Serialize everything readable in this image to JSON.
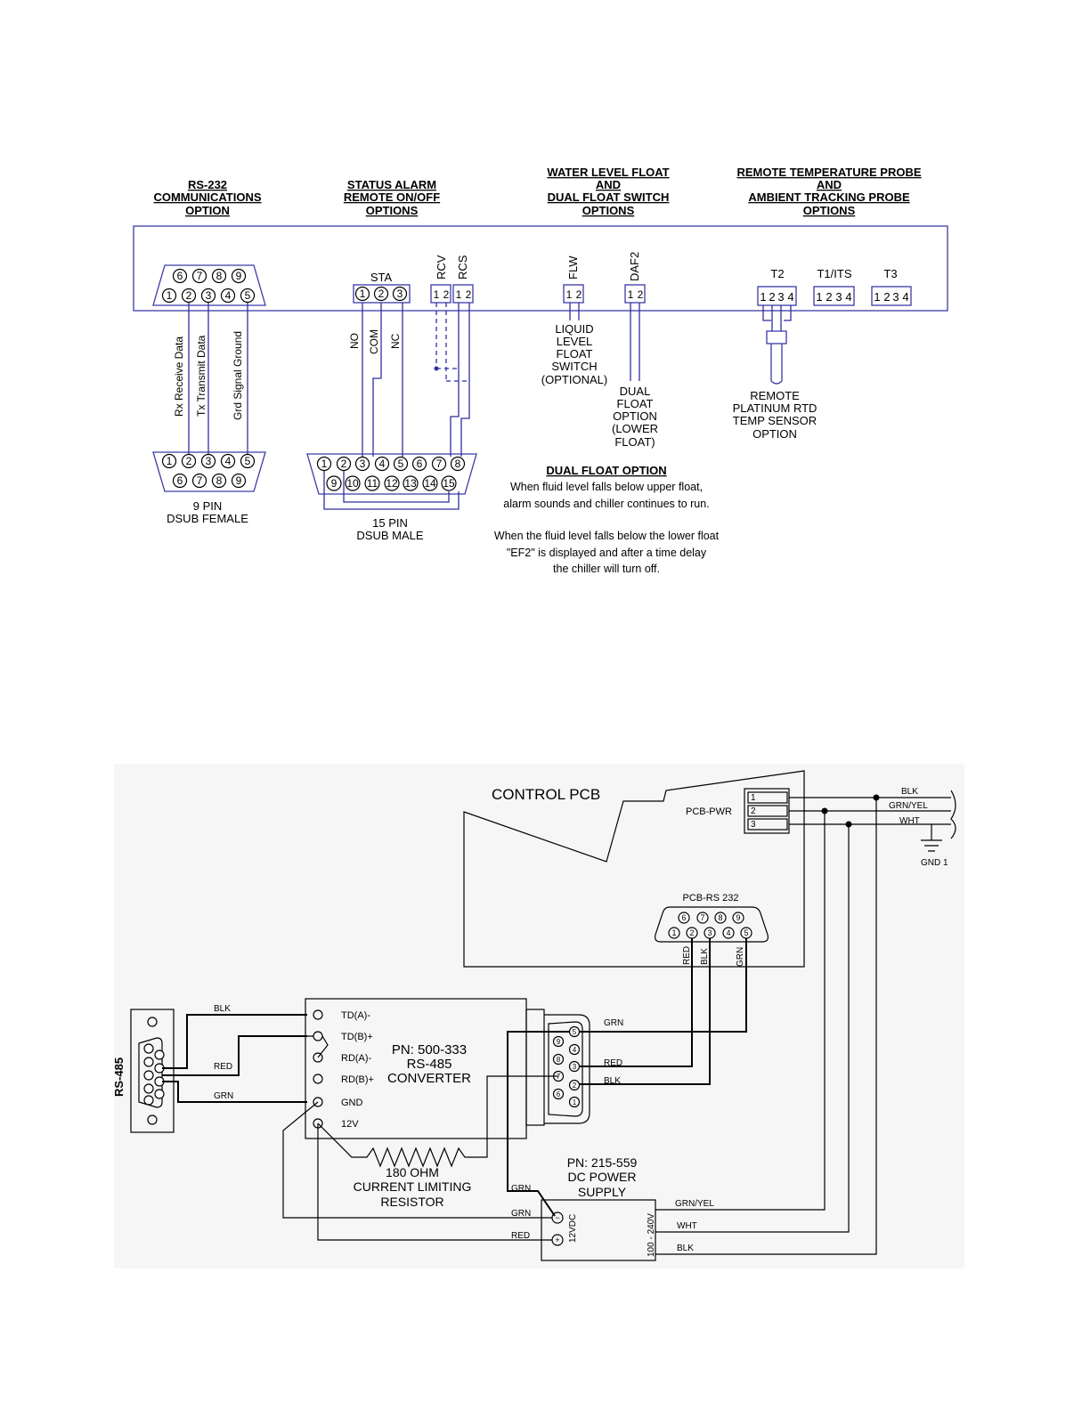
{
  "top_diagram": {
    "headers": {
      "rs232": [
        "RS-232",
        "COMMUNICATIONS",
        "OPTION"
      ],
      "status": [
        "STATUS ALARM",
        "REMOTE ON/OFF",
        "OPTIONS"
      ],
      "water": [
        "WATER LEVEL FLOAT",
        "AND",
        "DUAL FLOAT SWITCH",
        "OPTIONS"
      ],
      "remote": [
        "REMOTE TEMPERATURE PROBE",
        "AND",
        "AMBIENT TRACKING PROBE",
        "OPTIONS"
      ]
    },
    "connector_labels": {
      "sta": "STA",
      "rcv": "RCV",
      "rcs": "RCS",
      "flw": "FLW",
      "daf2": "DAF2",
      "t2": "T2",
      "t1its": "T1/ITS",
      "t3": "T3"
    },
    "wire_labels": {
      "rx": "Rx Receive Data",
      "tx": "Tx Transmit Data",
      "grd": "Grd Signal Ground",
      "no": "NO",
      "com": "COM",
      "nc": "NC"
    },
    "notes": {
      "liquid": [
        "LIQUID",
        "LEVEL",
        "FLOAT",
        "SWITCH",
        "(OPTIONAL)"
      ],
      "dual": [
        "DUAL",
        "FLOAT",
        "OPTION",
        "(LOWER",
        "FLOAT)"
      ],
      "rtd": [
        "REMOTE",
        "PLATINUM RTD",
        "TEMP SENSOR",
        "OPTION"
      ],
      "dsub9": [
        "9 PIN",
        "DSUB FEMALE"
      ],
      "dsub15": [
        "15 PIN",
        "DSUB MALE"
      ]
    },
    "dual_float_option": {
      "title": "DUAL FLOAT OPTION",
      "lines": [
        "When fluid level falls below upper float,",
        "alarm sounds and chiller continues to run.",
        "",
        "When the fluid level falls below the lower float",
        "\"EF2\" is displayed and after a time delay",
        "the chiller will turn off."
      ]
    }
  },
  "bottom_diagram": {
    "control_pcb": "CONTROL PCB",
    "pcb_pwr": "PCB-PWR",
    "pcb_rs232": "PCB-RS 232",
    "pwr_pins": [
      "1",
      "2",
      "3"
    ],
    "mains": {
      "blk": "BLK",
      "grn_yel": "GRN/YEL",
      "wht": "WHT",
      "gnd": "GND 1"
    },
    "rs232_wires": [
      "RED",
      "BLK",
      "GRN"
    ],
    "rs485_label": "RS-485",
    "rs485_wires": {
      "blk": "BLK",
      "red": "RED",
      "grn": "GRN"
    },
    "converter": {
      "pn": "PN: 500-333",
      "name1": "RS-485",
      "name2": "CONVERTER",
      "terminals": [
        "TD(A)-",
        "TD(B)+",
        "RD(A)-",
        "RD(B)+",
        "GND",
        "12V"
      ]
    },
    "db9_wires": {
      "grn": "GRN",
      "red": "RED",
      "blk": "BLK"
    },
    "resistor": [
      "180 OHM",
      "CURRENT LIMITING",
      "RESISTOR"
    ],
    "supply": {
      "pn": "PN: 215-559",
      "name1": "DC POWER",
      "name2": "SUPPLY",
      "vdc": "12VDC",
      "vac": "100 - 240V",
      "in_wires": [
        "GRN",
        "GRN",
        "RED"
      ],
      "out_wires": [
        "GRN/YEL",
        "WHT",
        "BLK"
      ]
    }
  }
}
